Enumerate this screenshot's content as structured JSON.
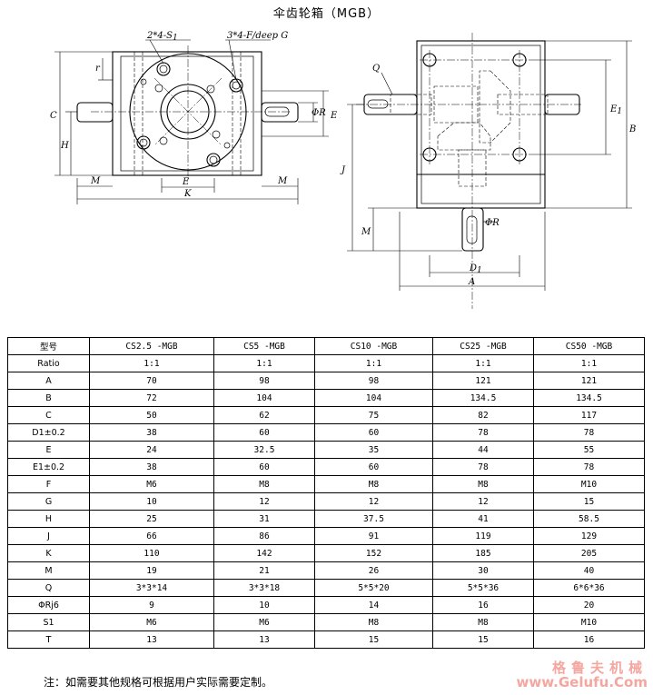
{
  "page": {
    "title": "伞齿轮箱（MGB）",
    "note": "注：如需要其他规格可根据用户实际需要定制。",
    "watermark_cn": "格鲁夫机械",
    "watermark_url": "www.Gelufu.Com"
  },
  "drawing": {
    "labels": {
      "s1": "2*4-S",
      "s1_sub": "1",
      "fg": "3*4-F/deep G",
      "r": "r",
      "c": "C",
      "h": "H",
      "phi_r": "ΦR",
      "e": "E",
      "m": "M",
      "k": "K",
      "q": "Q",
      "j": "J",
      "e1": "E",
      "e1_sub": "1",
      "b": "B",
      "d1": "D",
      "d1_sub": "1",
      "a": "A"
    }
  },
  "table": {
    "headers": [
      "型号",
      "CS2.5 -MGB",
      "CS5 -MGB",
      "CS10 -MGB",
      "CS25 -MGB",
      "CS50 -MGB"
    ],
    "rows": [
      [
        "Ratio",
        "1:1",
        "1:1",
        "1:1",
        "1:1",
        "1:1"
      ],
      [
        "A",
        "70",
        "98",
        "98",
        "121",
        "121"
      ],
      [
        "B",
        "72",
        "104",
        "104",
        "134.5",
        "134.5"
      ],
      [
        "C",
        "50",
        "62",
        "75",
        "82",
        "117"
      ],
      [
        "D1±0.2",
        "38",
        "60",
        "60",
        "78",
        "78"
      ],
      [
        "E",
        "24",
        "32.5",
        "35",
        "44",
        "55"
      ],
      [
        "E1±0.2",
        "38",
        "60",
        "60",
        "78",
        "78"
      ],
      [
        "F",
        "M6",
        "M8",
        "M8",
        "M8",
        "M10"
      ],
      [
        "G",
        "10",
        "12",
        "12",
        "12",
        "15"
      ],
      [
        "H",
        "25",
        "31",
        "37.5",
        "41",
        "58.5"
      ],
      [
        "J",
        "66",
        "86",
        "91",
        "119",
        "129"
      ],
      [
        "K",
        "110",
        "142",
        "152",
        "185",
        "205"
      ],
      [
        "M",
        "19",
        "21",
        "26",
        "30",
        "40"
      ],
      [
        "Q",
        "3*3*14",
        "3*3*18",
        "5*5*20",
        "5*5*36",
        "6*6*36"
      ],
      [
        "ΦRj6",
        "9",
        "10",
        "14",
        "16",
        "20"
      ],
      [
        "S1",
        "M6",
        "M6",
        "M8",
        "M8",
        "M10"
      ],
      [
        "T",
        "13",
        "13",
        "15",
        "15",
        "16"
      ]
    ]
  }
}
